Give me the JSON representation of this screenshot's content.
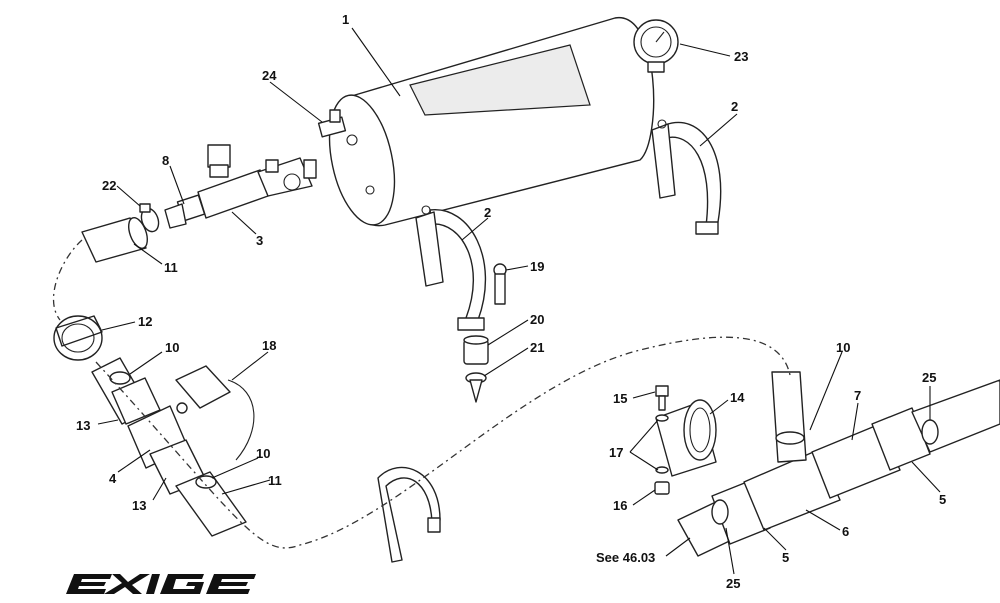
{
  "callouts": {
    "c1": "1",
    "c2a": "2",
    "c2b": "2",
    "c3": "3",
    "c4": "4",
    "c5a": "5",
    "c5b": "5",
    "c6": "6",
    "c7": "7",
    "c8": "8",
    "c10a": "10",
    "c10b": "10",
    "c10c": "10",
    "c11a": "11",
    "c11b": "11",
    "c12": "12",
    "c13a": "13",
    "c13b": "13",
    "c14": "14",
    "c15": "15",
    "c16": "16",
    "c17": "17",
    "c18": "18",
    "c19": "19",
    "c20": "20",
    "c21": "21",
    "c22": "22",
    "c23": "23",
    "c24": "24",
    "c25a": "25",
    "c25b": "25"
  },
  "note": "See 46.03",
  "logo": "EXIGE"
}
